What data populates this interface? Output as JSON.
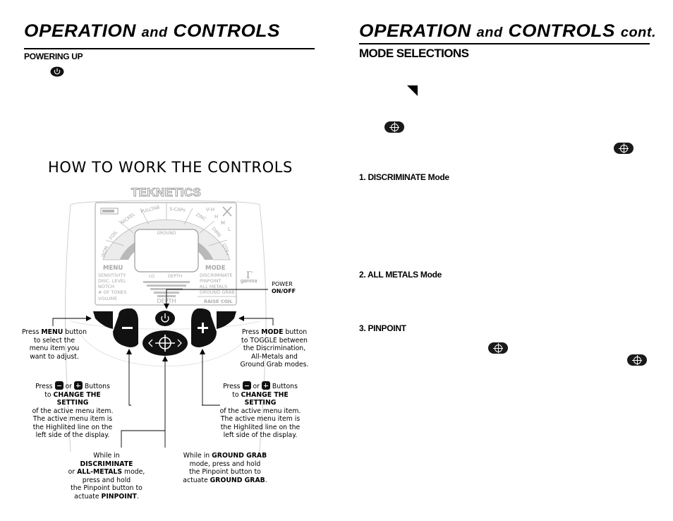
{
  "left": {
    "title_main": "OPERATION",
    "title_and": "and",
    "title_controls": "CONTROLS",
    "section_powering": "POWERING UP",
    "how_heading": "HOW TO WORK THE CONTROLS",
    "brand": "TEKNETICS",
    "lcd": {
      "target_labels": [
        "IRON",
        "FOIL",
        "NICKEL",
        "PULLTAB",
        "S-CAPs",
        "ZINC",
        "DIME",
        "QTR+"
      ],
      "ground": "GROUND",
      "vh": "V-H",
      "h": "H",
      "m": "M",
      "l": "L",
      "menu_title": "MENU",
      "menu_items": [
        "SENSITIVITY",
        "DISC. LEVEL",
        "NOTCH",
        "# OF TONES",
        "VOLUME"
      ],
      "lo": "LO.",
      "depth_mid": "DEPTH",
      "depth_bottom": "DEPTH",
      "mode_title": "MODE",
      "mode_items": [
        "DISCRIMINATE",
        "PINPOINT",
        "ALL METALS",
        "GROUND GRAB"
      ],
      "raise_coil": "RAISE COIL",
      "gamma": "gamma",
      "gamma_sub": "Γ"
    },
    "power_label": "POWER",
    "power_sub": "ON/OFF",
    "callouts": {
      "menu_press": "Press",
      "menu_word": "MENU",
      "menu_rest1": "button",
      "menu_rest2": "to select the",
      "menu_rest3": "menu item you",
      "menu_rest4": "want to adjust.",
      "mode_press": "Press",
      "mode_word": "MODE",
      "mode_rest1": "button",
      "mode_rest2": "to TOGGLE between",
      "mode_rest3": "the Discrimination,",
      "mode_rest4": "All-Metals and",
      "mode_rest5": "Ground Grab modes.",
      "adj_press": "Press",
      "adj_or": "or",
      "adj_buttons": "Buttons",
      "adj_to": "to",
      "adj_change": "CHANGE THE SETTING",
      "adj_l2": "of the active menu item.",
      "adj_l3": "The active menu item is",
      "adj_l4": "the Highlited line on the",
      "adj_l5": "left side of the display.",
      "pin_while": "While in",
      "pin_disc": "DISCRIMINATE",
      "pin_or": "or",
      "pin_all": "ALL-METALS",
      "pin_mode": "mode,",
      "pin_l3": "press and hold",
      "pin_l4": "the Pinpoint button to",
      "pin_actuate": "actuate",
      "pin_word": "PINPOINT",
      "gg_while": "While in",
      "gg_word": "GROUND GRAB",
      "gg_l2": "mode, press and hold",
      "gg_l3": "the Pinpoint button to",
      "gg_actuate": "actuate",
      "gg_word2": "GROUND GRAB"
    }
  },
  "right": {
    "title_main": "OPERATION",
    "title_and": "and",
    "title_controls": "CONTROLS",
    "title_cont": "cont.",
    "section_mode": "MODE SELECTIONS",
    "sub1": "1. DISCRIMINATE Mode",
    "sub2": "2. ALL METALS Mode",
    "sub3": "3. PINPOINT"
  }
}
